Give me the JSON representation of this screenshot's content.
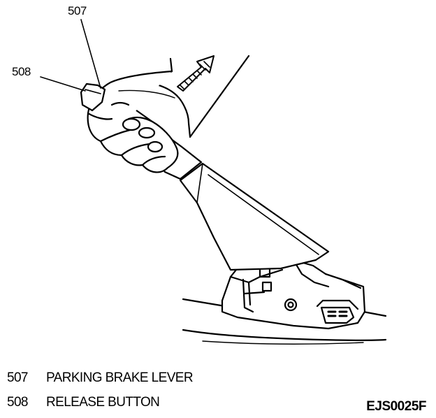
{
  "callouts": {
    "c507": "507",
    "c508": "508"
  },
  "legend": [
    {
      "number": "507",
      "label": "PARKING BRAKE LEVER"
    },
    {
      "number": "508",
      "label": "RELEASE BUTTON"
    }
  ],
  "figure_code": "EJS0025F",
  "arrow_meaning": "pull-up-direction-arrow"
}
